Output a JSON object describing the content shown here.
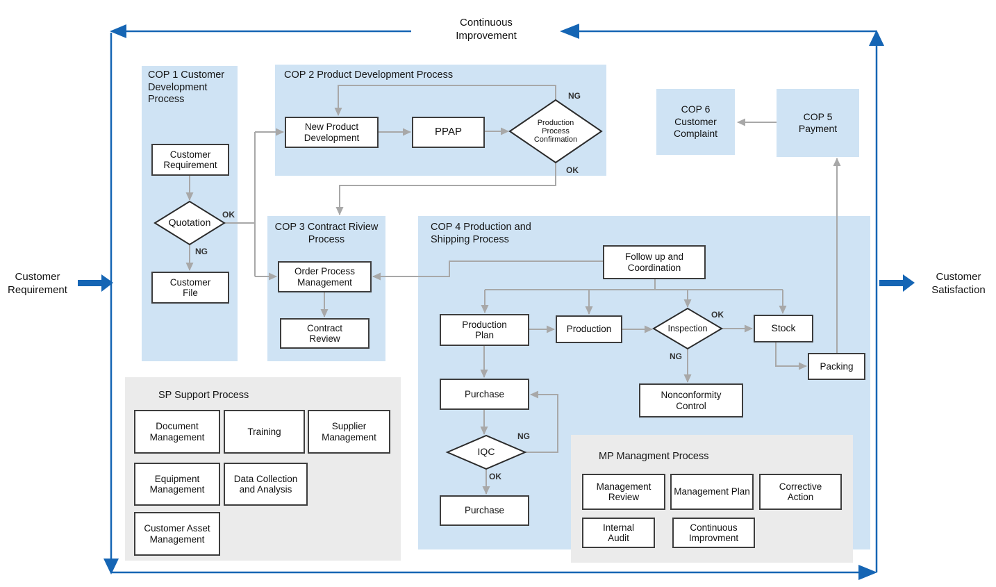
{
  "frame": {
    "continuous_improvement": "Continuous Improvement",
    "customer_requirement": "Customer Requirement",
    "customer_satisfaction": "Customer Satisfaction"
  },
  "panels": {
    "cop1": {
      "title": "COP 1 Customer Development Process"
    },
    "cop2": {
      "title": "COP 2 Product Development Process"
    },
    "cop3": {
      "title": "COP 3 Contract Riview Process"
    },
    "cop4": {
      "title": "COP 4 Production and Shipping Process"
    },
    "cop5": {
      "title": "COP 5 Payment"
    },
    "cop6": {
      "title": "COP 6 Customer Complaint"
    },
    "sp": {
      "title": "SP Support Process"
    },
    "mp": {
      "title": "MP Managment Process"
    }
  },
  "nodes": {
    "customer_requirement": "Customer Requirement",
    "quotation": "Quotation",
    "customer_file": "Customer File",
    "new_product_development": "New Product Development",
    "ppap": "PPAP",
    "production_process_confirmation": "Production Process Confirmation",
    "order_process_management": "Order Process Management",
    "contract_review": "Contract Review",
    "follow_up_and_coordination": "Follow up and Coordination",
    "production_plan": "Production Plan",
    "production": "Production",
    "inspection": "Inspection",
    "stock": "Stock",
    "packing": "Packing",
    "nonconformity_control": "Nonconformity Control",
    "purchase_1": "Purchase",
    "iqc": "IQC",
    "purchase_2": "Purchase"
  },
  "decision_labels": {
    "quotation_ok": "OK",
    "quotation_ng": "NG",
    "ppc_ng": "NG",
    "ppc_ok": "OK",
    "inspection_ok": "OK",
    "inspection_ng": "NG",
    "iqc_ng": "NG",
    "iqc_ok": "OK"
  },
  "sp_items": [
    "Document Management",
    "Training",
    "Supplier Management",
    "Equipment Management",
    "Data Collection and Analysis",
    "Customer Asset Management"
  ],
  "mp_items": [
    "Management Review",
    "Management Plan",
    "Corrective Action",
    "Internal Audit",
    "Continuous Improvment"
  ],
  "colors": {
    "panel_blue": "#cfe3f4",
    "panel_gray": "#ebebeb",
    "frame_blue": "#1565b4",
    "connector_gray": "#a8a8a8",
    "box_border": "#3d3d3d"
  }
}
